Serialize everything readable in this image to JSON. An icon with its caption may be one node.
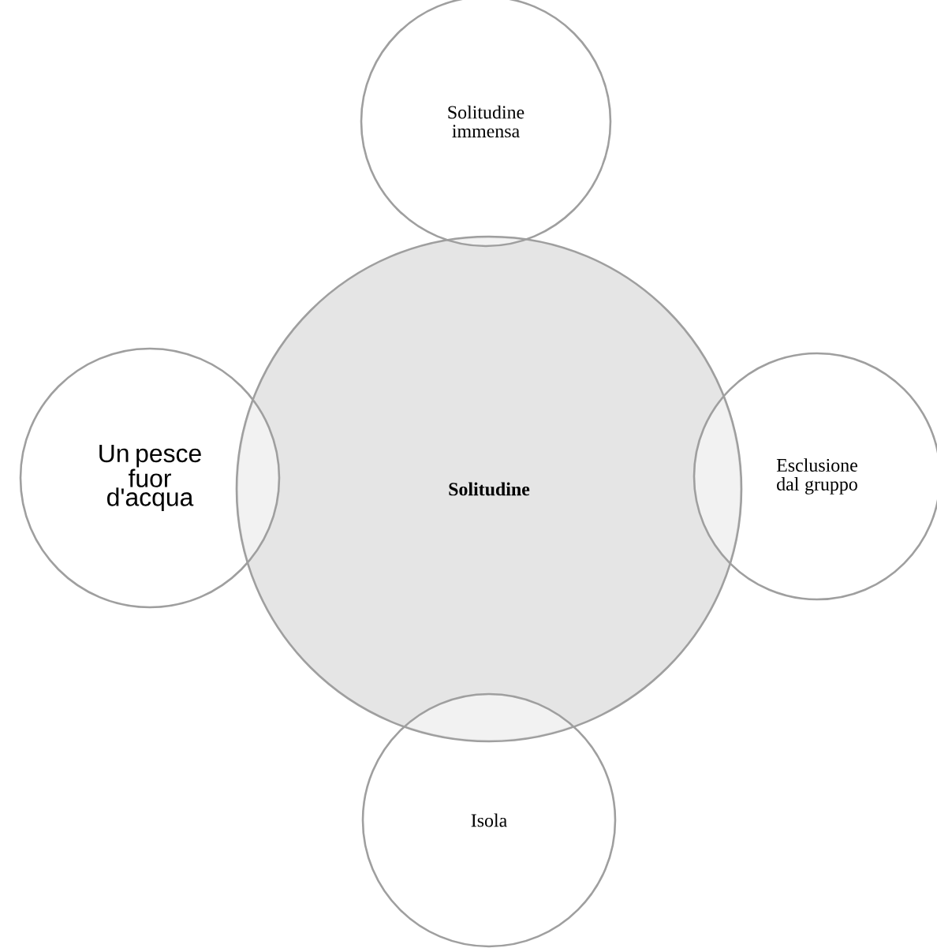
{
  "diagram": {
    "nodes": [
      {
        "text": [
          "Solitudine"
        ]
      },
      {
        "text": [
          "Solitudine immensa"
        ]
      },
      {
        "text": [
          "Esclusione dal gruppo"
        ]
      },
      {
        "text": [
          "Isola"
        ]
      },
      {
        "text": [
          "Un pesce fuor d'acqua"
        ]
      }
    ]
  }
}
